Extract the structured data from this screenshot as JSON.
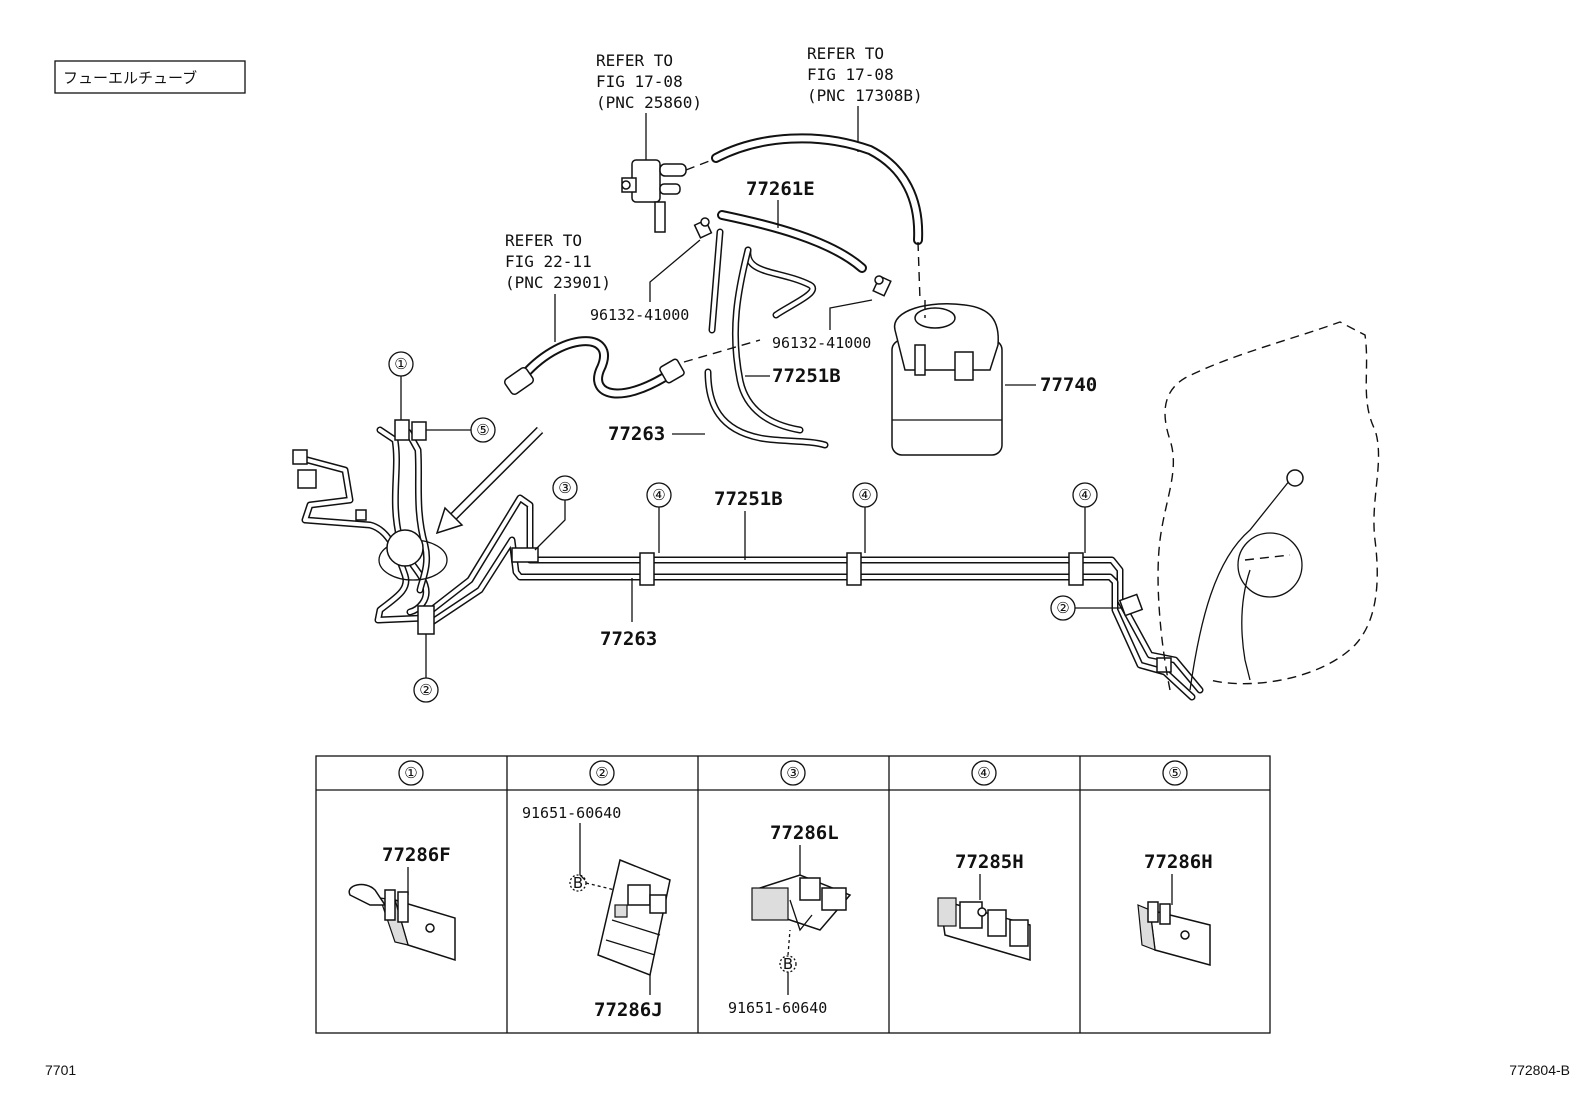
{
  "diagram": {
    "title": "フューエルチューブ",
    "footer_left": "7701",
    "footer_right": "772804-B",
    "refer_notes": [
      {
        "lines": [
          "REFER TO",
          "FIG 17-08",
          "(PNC 25860)"
        ]
      },
      {
        "lines": [
          "REFER TO",
          "FIG 17-08",
          "(PNC 17308B)"
        ]
      },
      {
        "lines": [
          "REFER TO",
          "FIG 22-11",
          "(PNC 23901)"
        ]
      }
    ],
    "part_numbers": {
      "hose_upper": "77261E",
      "clip_left": "96132-41000",
      "clip_right": "96132-41000",
      "tube_upper": "77251B",
      "tube_upper_lower": "77263",
      "canister": "77740",
      "main_tube": "77251B",
      "main_tube_lower": "77263"
    },
    "callouts": [
      "①",
      "②",
      "③",
      "④",
      "⑤"
    ],
    "detail_table": {
      "headers": [
        "①",
        "②",
        "③",
        "④",
        "⑤"
      ],
      "cells": [
        {
          "parts": [
            "77286F"
          ]
        },
        {
          "parts": [
            "91651-60640",
            "77286J"
          ],
          "marker": "B"
        },
        {
          "parts": [
            "77286L",
            "91651-60640"
          ],
          "marker": "B"
        },
        {
          "parts": [
            "77285H"
          ]
        },
        {
          "parts": [
            "77286H"
          ]
        }
      ]
    }
  }
}
